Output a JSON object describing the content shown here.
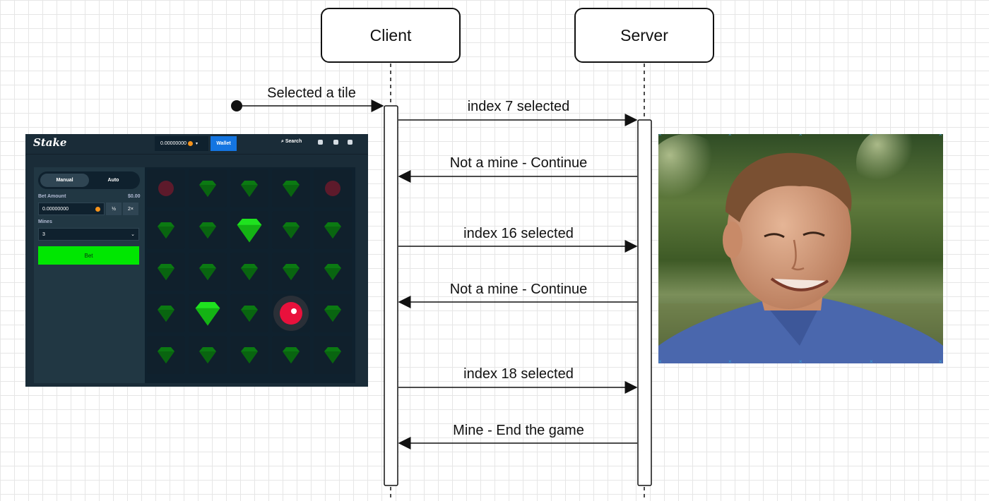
{
  "actors": [
    {
      "id": "client",
      "label": "Client"
    },
    {
      "id": "server",
      "label": "Server"
    }
  ],
  "messages": [
    {
      "label": "Selected a tile",
      "from": "start",
      "to": "client"
    },
    {
      "label": "index 7 selected",
      "from": "client",
      "to": "server"
    },
    {
      "label": "Not a mine - Continue",
      "from": "server",
      "to": "client"
    },
    {
      "label": "index 16 selected",
      "from": "client",
      "to": "server"
    },
    {
      "label": "Not a mine - Continue",
      "from": "server",
      "to": "client"
    },
    {
      "label": "index 18 selected",
      "from": "client",
      "to": "server"
    },
    {
      "label": "Mine - End the game",
      "from": "server",
      "to": "client"
    }
  ],
  "stake_ui": {
    "logo": "Stake",
    "balance": "0.00000000",
    "wallet_label": "Wallet",
    "search_label": "Search",
    "tabs": [
      {
        "label": "Manual",
        "active": true
      },
      {
        "label": "Auto",
        "active": false
      }
    ],
    "bet_amount_label": "Bet Amount",
    "bet_amount_usd": "$0.00",
    "bet_amount_value": "0.00000000",
    "half_label": "½",
    "double_label": "2×",
    "mines_label": "Mines",
    "mines_value": "3",
    "bet_button": "Bet",
    "grid": [
      [
        "mine-dim",
        "gem",
        "gem",
        "gem",
        "mine-dim"
      ],
      [
        "gem",
        "gem",
        "gem-revealed",
        "gem",
        "gem"
      ],
      [
        "gem",
        "gem",
        "gem",
        "gem",
        "gem"
      ],
      [
        "gem",
        "gem-revealed",
        "gem",
        "mine-hit",
        "gem"
      ],
      [
        "gem",
        "gem",
        "gem",
        "gem",
        "gem"
      ]
    ]
  },
  "colors": {
    "stake_bg": "#1a2c38",
    "stake_green": "#00e701",
    "wallet_blue": "#1475e1",
    "mine_red": "#e9113c",
    "handle_blue": "#3aa1d8"
  },
  "photo": {
    "subject": "smiling man in blue shirt, outdoor greenery background"
  }
}
